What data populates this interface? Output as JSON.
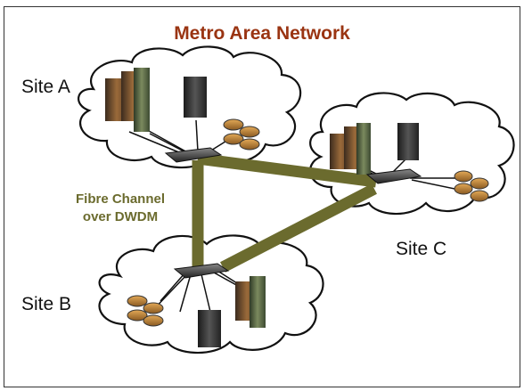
{
  "title": "Metro Area Network",
  "sites": {
    "a": "Site A",
    "b": "Site B",
    "c": "Site C"
  },
  "link_label": {
    "line1": "Fibre Channel",
    "line2": "over DWDM"
  },
  "colors": {
    "title": "#9a3412",
    "link": "#6b6b2e",
    "cloud_stroke": "#111111"
  }
}
